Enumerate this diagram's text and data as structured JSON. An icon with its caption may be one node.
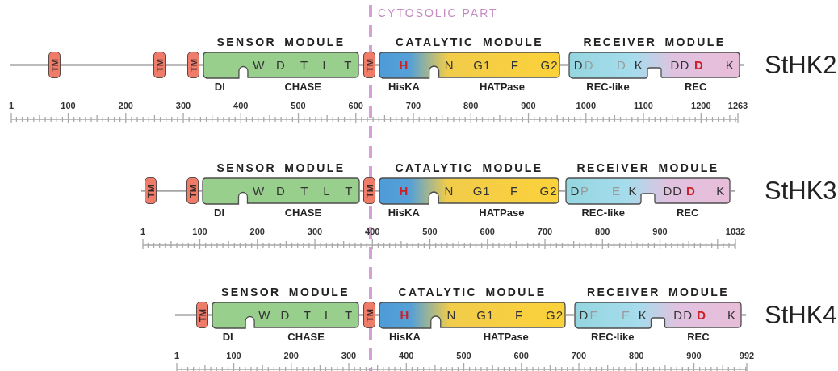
{
  "diagram": {
    "nodes": [
      {
        "text": [
          "TM"
        ]
      },
      {
        "text": [
          "TM"
        ]
      },
      {
        "text": [
          "TM"
        ]
      },
      {
        "text": [
          "SENSOR MODULE",
          "W",
          "D",
          "T",
          "L",
          "T",
          "DI",
          "CHASE"
        ]
      },
      {
        "text": [
          "TM"
        ]
      },
      {
        "text": [
          "CATALYTIC MODULE",
          "H",
          "N",
          "G1",
          "F",
          "G2",
          "HisKA",
          "HATPase"
        ]
      },
      {
        "text": [
          "RECEIVER MODULE",
          "D",
          "D",
          "D",
          "K",
          "DD",
          "D",
          "K",
          "REC-like",
          "REC"
        ]
      },
      {
        "text": [
          "TM"
        ]
      },
      {
        "text": [
          "TM"
        ]
      },
      {
        "text": [
          "SENSOR MODULE",
          "W",
          "D",
          "T",
          "L",
          "T",
          "DI",
          "CHASE"
        ]
      },
      {
        "text": [
          "TM"
        ]
      },
      {
        "text": [
          "CATALYTIC MODULE",
          "H",
          "N",
          "G1",
          "F",
          "G2",
          "HisKA",
          "HATPase"
        ]
      },
      {
        "text": [
          "RECEIVER MODULE",
          "D",
          "P",
          "E",
          "K",
          "DD",
          "D",
          "K",
          "REC-like",
          "REC"
        ]
      },
      {
        "text": [
          "TM"
        ]
      },
      {
        "text": [
          "SENSOR MODULE",
          "W",
          "D",
          "T",
          "L",
          "T",
          "DI",
          "CHASE"
        ]
      },
      {
        "text": [
          "TM"
        ]
      },
      {
        "text": [
          "CATALYTIC MODULE",
          "H",
          "N",
          "G1",
          "F",
          "G2",
          "HisKA",
          "HATPase"
        ]
      },
      {
        "text": [
          "RECEIVER MODULE",
          "D",
          "E",
          "E",
          "K",
          "DD",
          "D",
          "K",
          "REC-like",
          "REC"
        ]
      }
    ],
    "edges": [
      {
        "from": null,
        "to": 0,
        "arrow": "none"
      },
      {
        "from": 0,
        "to": 1,
        "arrow": "none"
      },
      {
        "from": 1,
        "to": 2,
        "arrow": "none"
      },
      {
        "from": 2,
        "to": 3,
        "arrow": "none"
      },
      {
        "from": 3,
        "to": 4,
        "arrow": "none"
      },
      {
        "from": 4,
        "to": 5,
        "arrow": "none"
      },
      {
        "from": 5,
        "to": 6,
        "arrow": "none"
      },
      {
        "from": 6,
        "to": null,
        "arrow": "none"
      },
      {
        "from": null,
        "to": 7,
        "arrow": "none"
      },
      {
        "from": 7,
        "to": 8,
        "arrow": "none"
      },
      {
        "from": 8,
        "to": 9,
        "arrow": "none"
      },
      {
        "from": 9,
        "to": 10,
        "arrow": "none"
      },
      {
        "from": 10,
        "to": 11,
        "arrow": "none"
      },
      {
        "from": 11,
        "to": 12,
        "arrow": "none"
      },
      {
        "from": 12,
        "to": null,
        "arrow": "none"
      },
      {
        "from": null,
        "to": 13,
        "arrow": "none"
      },
      {
        "from": 13,
        "to": 14,
        "arrow": "none"
      },
      {
        "from": 14,
        "to": 15,
        "arrow": "none"
      },
      {
        "from": 15,
        "to": 16,
        "arrow": "none"
      },
      {
        "from": 16,
        "to": 17,
        "arrow": "none"
      },
      {
        "from": 17,
        "to": null,
        "arrow": "none"
      }
    ],
    "labels": [
      "CYTOSOLIC PART",
      "StHK2",
      "1",
      "100",
      "200",
      "300",
      "400",
      "500",
      "600",
      "700",
      "800",
      "900",
      "1000",
      "1100",
      "1200",
      "1263",
      "StHK3",
      "1",
      "100",
      "200",
      "300",
      "400",
      "500",
      "600",
      "700",
      "800",
      "900",
      "1032",
      "StHK4",
      "1",
      "100",
      "200",
      "300",
      "400",
      "500",
      "600",
      "700",
      "800",
      "900",
      "992"
    ]
  }
}
